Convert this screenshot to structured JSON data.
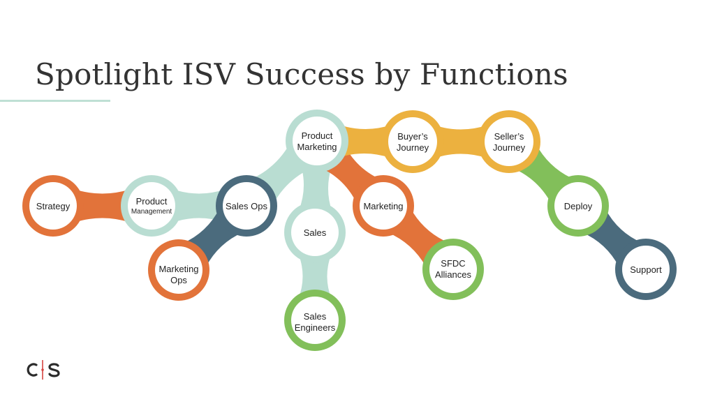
{
  "slide": {
    "title": "Spotlight ISV Success by Functions"
  },
  "colors": {
    "orange": "#e2733a",
    "teal_light": "#b9ddd2",
    "slate": "#4b6b7d",
    "yellow": "#ecb13f",
    "green": "#82bf5a",
    "title_rule": "#bfe0d4"
  },
  "nodes": {
    "strategy": {
      "label": "Strategy"
    },
    "product_management": {
      "line1": "Product",
      "line2": "Management"
    },
    "sales_ops": {
      "label": "Sales Ops"
    },
    "marketing_ops": {
      "line1": "Marketing",
      "line2": "Ops"
    },
    "product_marketing": {
      "line1": "Product",
      "line2": "Marketing"
    },
    "sales": {
      "label": "Sales"
    },
    "sales_engineers": {
      "line1": "Sales",
      "line2": "Engineers"
    },
    "marketing": {
      "label": "Marketing"
    },
    "sfdc_alliances": {
      "line1": "SFDC",
      "line2": "Alliances"
    },
    "buyers_journey": {
      "line1": "Buyer’s",
      "line2": "Journey"
    },
    "sellers_journey": {
      "line1": "Seller’s",
      "line2": "Journey"
    },
    "deploy": {
      "label": "Deploy"
    },
    "support": {
      "label": "Support"
    }
  },
  "logo": {
    "icon": "cs-logo-icon",
    "text": "C|S"
  }
}
